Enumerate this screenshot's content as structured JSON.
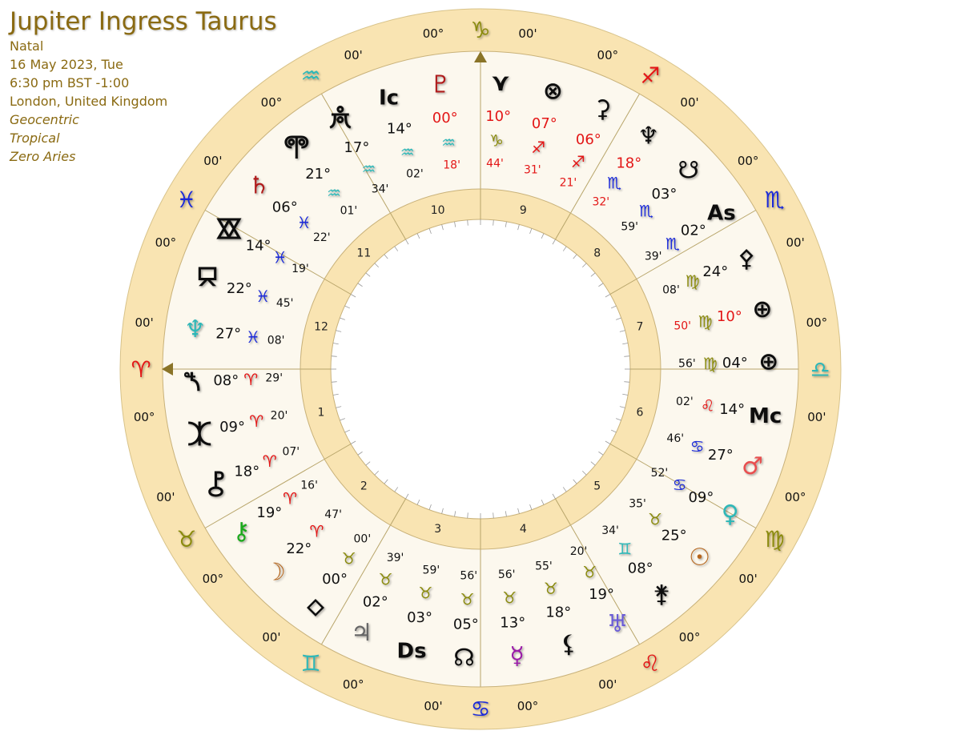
{
  "header": {
    "title": "Jupiter Ingress Taurus",
    "chart_type": "Natal",
    "date": "16 May 2023, Tue",
    "time": "6:30 pm BST -1:00",
    "place": "London, United Kingdom",
    "system": "Geocentric",
    "zodiac": "Tropical",
    "reference": "Zero Aries"
  },
  "colors": {
    "outer_ring": "#f9e4b2",
    "inner_face": "#fcf8ee",
    "house_ring": "#f9e4b2",
    "rule": "#b8a56a",
    "arrow": "#8a7428",
    "deg_red": "#e31717",
    "deg_black": "#111111"
  },
  "zodiac_ring": [
    {
      "sign_glyph": "♑",
      "sign": "Capricorn",
      "color": "#8a8a10",
      "deg": "00°",
      "min": "00'"
    },
    {
      "sign_glyph": "♐",
      "sign": "Sagittarius",
      "color": "#e31717",
      "deg": "00°",
      "min": "00'"
    },
    {
      "sign_glyph": "♏",
      "sign": "Scorpio",
      "color": "#1a2ad8",
      "deg": "00°",
      "min": "00'"
    },
    {
      "sign_glyph": "♎",
      "sign": "Libra",
      "color": "#2fb7b7",
      "deg": "00°",
      "min": "00'"
    },
    {
      "sign_glyph": "♍",
      "sign": "Virgo",
      "color": "#8a8a10",
      "deg": "00°",
      "min": "00'"
    },
    {
      "sign_glyph": "♌",
      "sign": "Leo",
      "color": "#e31717",
      "deg": "00°",
      "min": "00'"
    },
    {
      "sign_glyph": "♋",
      "sign": "Cancer",
      "color": "#1a2ad8",
      "deg": "00°",
      "min": "00'"
    },
    {
      "sign_glyph": "♊",
      "sign": "Gemini",
      "color": "#2fb7b7",
      "deg": "00°",
      "min": "00'"
    },
    {
      "sign_glyph": "♉",
      "sign": "Taurus",
      "color": "#8a8a10",
      "deg": "00°",
      "min": "00'"
    },
    {
      "sign_glyph": "♈",
      "sign": "Aries",
      "color": "#e31717",
      "deg": "00°",
      "min": "00'"
    },
    {
      "sign_glyph": "♓",
      "sign": "Pisces",
      "color": "#1a2ad8",
      "deg": "00°",
      "min": "00'"
    },
    {
      "sign_glyph": "♒",
      "sign": "Aquarius",
      "color": "#2fb7b7",
      "deg": "00°",
      "min": "00'"
    }
  ],
  "houses": [
    "1",
    "2",
    "3",
    "4",
    "5",
    "6",
    "7",
    "8",
    "9",
    "10",
    "11",
    "12"
  ],
  "points": [
    {
      "name": "Vertex",
      "glyph": "⋎",
      "color": "#111111",
      "deg": "10°",
      "sign_glyph": "♑",
      "sign_color": "#8a8a10",
      "min": "44'"
    },
    {
      "name": "Part of Fortune",
      "glyph": "⊗",
      "color": "#111111",
      "deg": "07°",
      "sign_glyph": "♐",
      "sign_color": "#e31717",
      "min": "31'"
    },
    {
      "name": "Ceres",
      "glyph": "⚳",
      "color": "#111111",
      "deg": "06°",
      "sign_glyph": "♐",
      "sign_color": "#e31717",
      "min": "21'"
    },
    {
      "name": "Neptune",
      "glyph": "♆",
      "color": "#111111",
      "deg": "18°",
      "sign_glyph": "♏",
      "sign_color": "#1a2ad8",
      "min": "32'"
    },
    {
      "name": "South Node",
      "glyph": "☋",
      "color": "#111111",
      "deg": "03°",
      "sign_glyph": "♏",
      "sign_color": "#1a2ad8",
      "min": "59'"
    },
    {
      "name": "Ascendant",
      "glyph": "As",
      "color": "#111111",
      "deg": "02°",
      "sign_glyph": "♏",
      "sign_color": "#1a2ad8",
      "min": "39'"
    },
    {
      "name": "Pallas",
      "glyph": "⚴",
      "color": "#111111",
      "deg": "24°",
      "sign_glyph": "♍",
      "sign_color": "#8a8a10",
      "min": "08'"
    },
    {
      "name": "Earth",
      "glyph": "⊕",
      "color": "#111111",
      "deg": "10°",
      "sign_glyph": "♍",
      "sign_color": "#8a8a10",
      "min": "50'"
    },
    {
      "name": "Fortuna",
      "glyph": "⊕",
      "color": "#111111",
      "deg": "04°",
      "sign_glyph": "♍",
      "sign_color": "#8a8a10",
      "min": "56'"
    },
    {
      "name": "Midheaven",
      "glyph": "Mc",
      "color": "#111111",
      "deg": "14°",
      "sign_glyph": "♌",
      "sign_color": "#e31717",
      "min": "02'"
    },
    {
      "name": "Mars",
      "glyph": "♂",
      "color": "#e85050",
      "deg": "27°",
      "sign_glyph": "♋",
      "sign_color": "#1a2ad8",
      "min": "46'"
    },
    {
      "name": "Venus",
      "glyph": "♀",
      "color": "#2fb7b7",
      "deg": "09°",
      "sign_glyph": "♋",
      "sign_color": "#1a2ad8",
      "min": "52'"
    },
    {
      "name": "Sun",
      "glyph": "☉",
      "color": "#b5651d",
      "deg": "25°",
      "sign_glyph": "♉",
      "sign_color": "#8a8a10",
      "min": "35'"
    },
    {
      "name": "Juno",
      "glyph": "⚵",
      "color": "#111111",
      "deg": "08°",
      "sign_glyph": "♊",
      "sign_color": "#2fb7b7",
      "min": "34'"
    },
    {
      "name": "Uranus",
      "glyph": "♅",
      "color": "#6a5bd6",
      "deg": "19°",
      "sign_glyph": "♉",
      "sign_color": "#8a8a10",
      "min": "20'"
    },
    {
      "name": "Lilith",
      "glyph": "⚸",
      "color": "#111111",
      "deg": "18°",
      "sign_glyph": "♉",
      "sign_color": "#8a8a10",
      "min": "55'"
    },
    {
      "name": "Mercury",
      "glyph": "☿",
      "color": "#9a1aa8",
      "deg": "13°",
      "sign_glyph": "♉",
      "sign_color": "#8a8a10",
      "min": "56'"
    },
    {
      "name": "North Node",
      "glyph": "☊",
      "color": "#111111",
      "deg": "05°",
      "sign_glyph": "♉",
      "sign_color": "#8a8a10",
      "min": "56'"
    },
    {
      "name": "Descendant",
      "glyph": "Ds",
      "color": "#111111",
      "deg": "03°",
      "sign_glyph": "♉",
      "sign_color": "#8a8a10",
      "min": "59'"
    },
    {
      "name": "Jupiter",
      "glyph": "♃",
      "color": "#666666",
      "deg": "02°",
      "sign_glyph": "♉",
      "sign_color": "#8a8a10",
      "min": "39'"
    },
    {
      "name": "Point",
      "glyph": "⬦",
      "color": "#111111",
      "deg": "00°",
      "sign_glyph": "♉",
      "sign_color": "#8a8a10",
      "min": "00'"
    },
    {
      "name": "Moon",
      "glyph": "☽",
      "color": "#b5651d",
      "deg": "22°",
      "sign_glyph": "♈",
      "sign_color": "#e31717",
      "min": "47'"
    },
    {
      "name": "Chiron",
      "glyph": "⚷",
      "color": "#1aa81a",
      "deg": "19°",
      "sign_glyph": "♈",
      "sign_color": "#e31717",
      "min": "16'"
    },
    {
      "name": "Hygiea",
      "glyph": "⯛",
      "color": "#111111",
      "deg": "18°",
      "sign_glyph": "♈",
      "sign_color": "#e31717",
      "min": "07'"
    },
    {
      "name": "Eris",
      "glyph": "⯰",
      "color": "#111111",
      "deg": "09°",
      "sign_glyph": "♈",
      "sign_color": "#e31717",
      "min": "20'"
    },
    {
      "name": "Sedna",
      "glyph": "⯲",
      "color": "#111111",
      "deg": "08°",
      "sign_glyph": "♈",
      "sign_color": "#e31717",
      "min": "29'"
    },
    {
      "name": "Neptune (alt)",
      "glyph": "♆",
      "color": "#2fb7b7",
      "deg": "27°",
      "sign_glyph": "♓",
      "sign_color": "#1a2ad8",
      "min": "08'"
    },
    {
      "name": "Chariklo",
      "glyph": "⯳",
      "color": "#111111",
      "deg": "22°",
      "sign_glyph": "♓",
      "sign_color": "#1a2ad8",
      "min": "45'"
    },
    {
      "name": "Pholus",
      "glyph": "⯴",
      "color": "#111111",
      "deg": "14°",
      "sign_glyph": "♓",
      "sign_color": "#1a2ad8",
      "min": "19'"
    },
    {
      "name": "Saturn",
      "glyph": "♄",
      "color": "#b01a1a",
      "deg": "06°",
      "sign_glyph": "♓",
      "sign_color": "#1a2ad8",
      "min": "22'"
    },
    {
      "name": "Makemake",
      "glyph": "🝼",
      "color": "#111111",
      "deg": "21°",
      "sign_glyph": "♒",
      "sign_color": "#2fb7b7",
      "min": "01'"
    },
    {
      "name": "Haumea",
      "glyph": "🝻",
      "color": "#111111",
      "deg": "17°",
      "sign_glyph": "♒",
      "sign_color": "#2fb7b7",
      "min": "34'"
    },
    {
      "name": "Imum Coeli",
      "glyph": "Ic",
      "color": "#111111",
      "deg": "14°",
      "sign_glyph": "♒",
      "sign_color": "#2fb7b7",
      "min": "02'"
    },
    {
      "name": "Pluto",
      "glyph": "♇",
      "color": "#b01a1a",
      "deg": "00°",
      "sign_glyph": "♒",
      "sign_color": "#2fb7b7",
      "min": "18'"
    }
  ]
}
